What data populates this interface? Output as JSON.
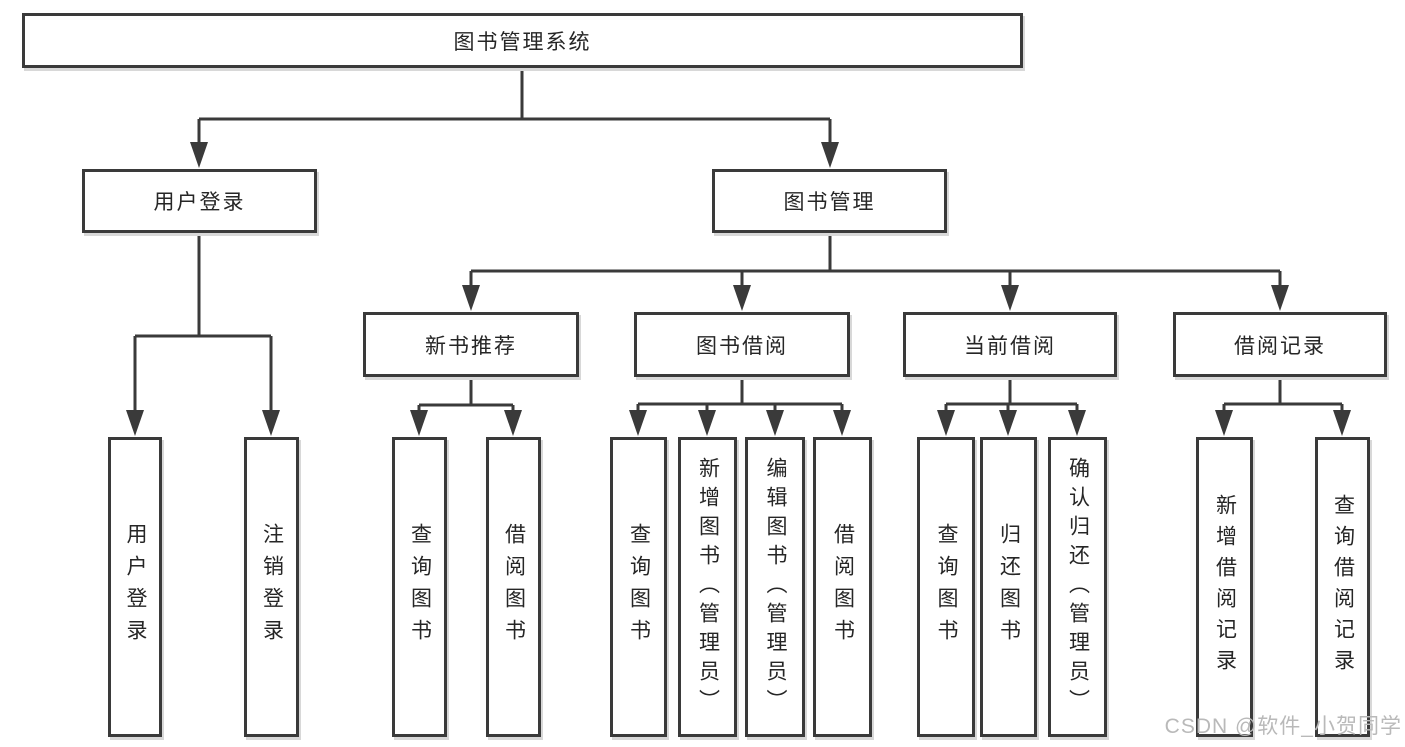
{
  "diagram": {
    "title": "图书管理系统",
    "tree": {
      "label": "图书管理系统",
      "children": [
        {
          "label": "用户登录",
          "children": [
            {
              "label": "用户登录"
            },
            {
              "label": "注销登录"
            }
          ]
        },
        {
          "label": "图书管理",
          "children": [
            {
              "label": "新书推荐",
              "children": [
                {
                  "label": "查询图书"
                },
                {
                  "label": "借阅图书"
                }
              ]
            },
            {
              "label": "图书借阅",
              "children": [
                {
                  "label": "查询图书"
                },
                {
                  "label": "新增图书（管理员）"
                },
                {
                  "label": "编辑图书（管理员）"
                },
                {
                  "label": "借阅图书"
                }
              ]
            },
            {
              "label": "当前借阅",
              "children": [
                {
                  "label": "查询图书"
                },
                {
                  "label": "归还图书"
                },
                {
                  "label": "确认归还（管理员）"
                }
              ]
            },
            {
              "label": "借阅记录",
              "children": [
                {
                  "label": "新增借阅记录"
                },
                {
                  "label": "查询借阅记录"
                }
              ]
            }
          ]
        }
      ]
    },
    "watermark": "CSDN @软件_小贺同学",
    "colors": {
      "line": "#3a3a3a",
      "box_border": "#3a3a3a",
      "text": "#262626",
      "box_shadow": "#d8d8d8",
      "watermark": "#b9b9b9",
      "background": "#ffffff"
    }
  }
}
